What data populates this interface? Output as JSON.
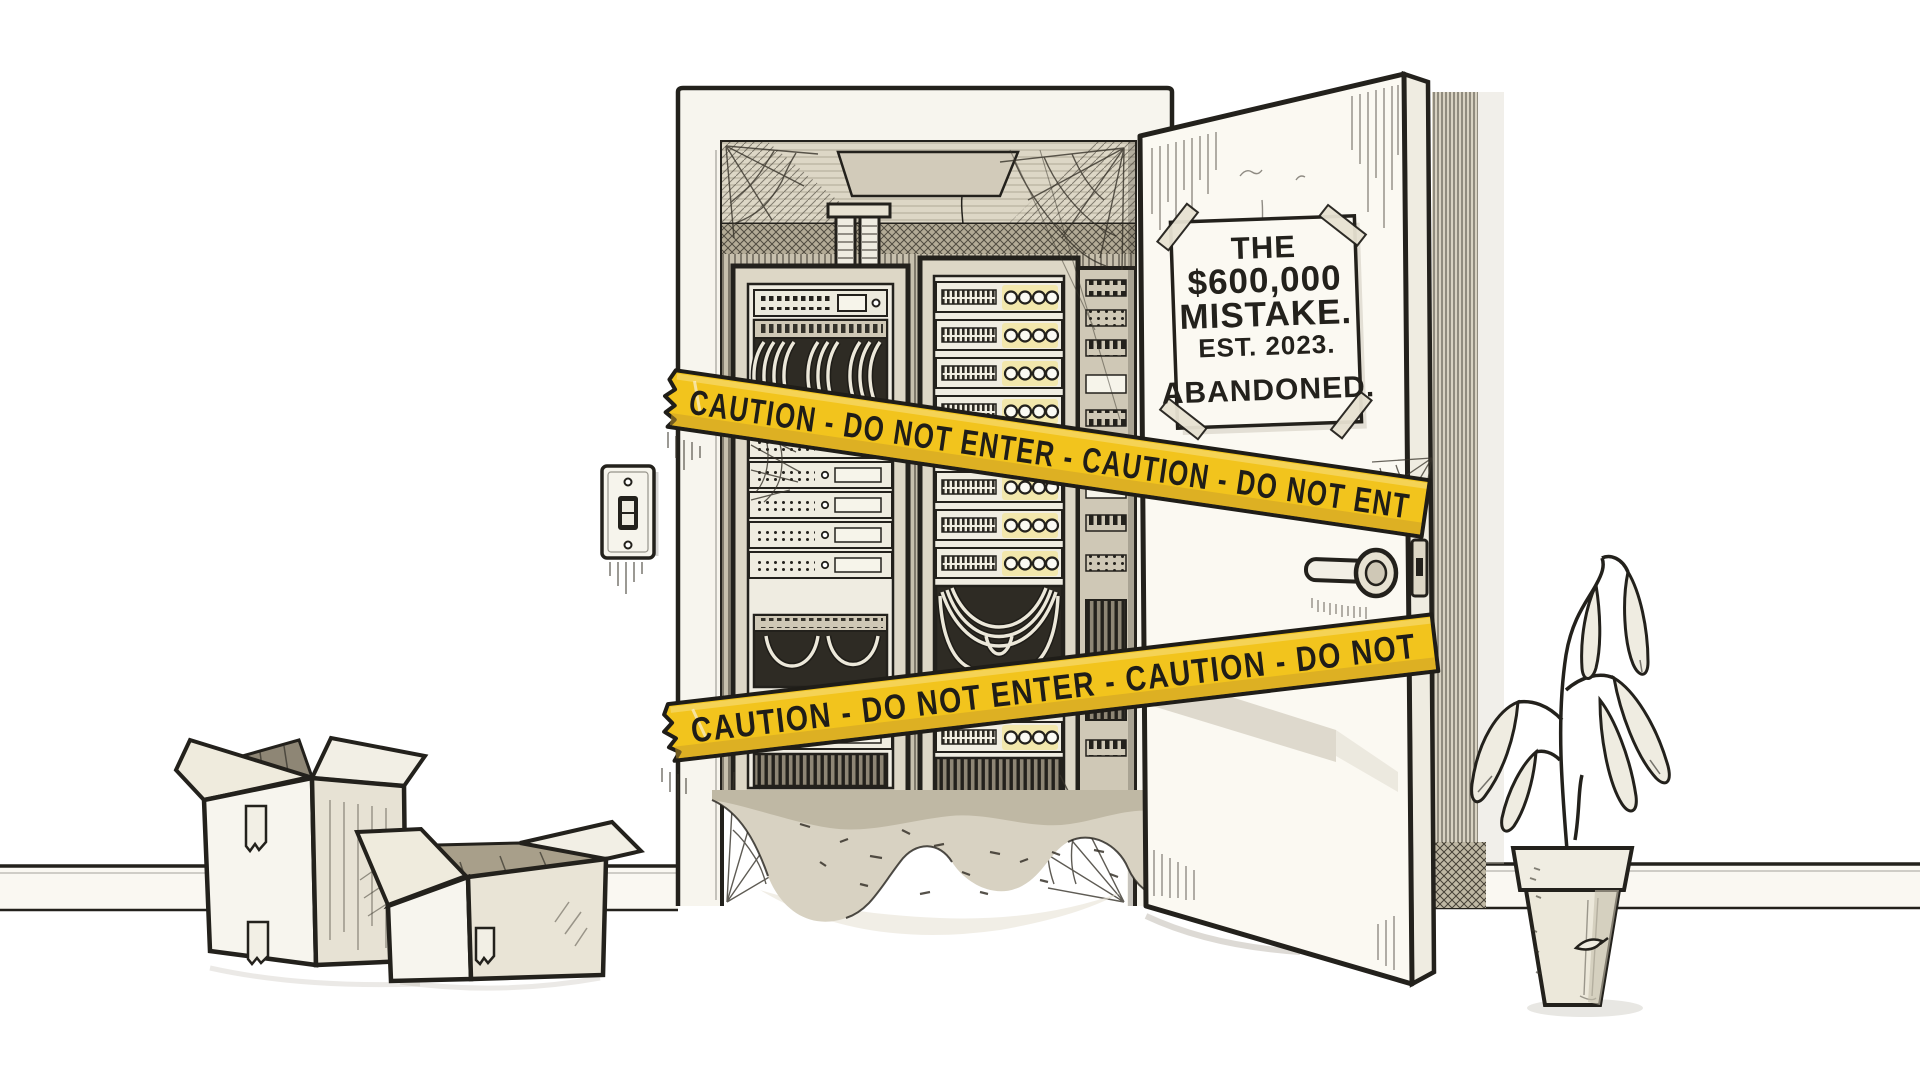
{
  "illustration": {
    "alt": "Hand-drawn ink illustration of an abandoned server room doorway blocked with caution tape",
    "door_sign": {
      "line1": "THE",
      "line2": "$600,000",
      "line3": "MISTAKE.",
      "line4": "EST. 2023.",
      "line5": "ABANDONED."
    },
    "caution_tape": {
      "top_text": "CAUTION - DO NOT ENTER - CAUTION - DO NOT ENT",
      "bottom_text": "CAUTION - DO NOT ENTER - CAUTION - DO NOT",
      "tape_color": "#F2C41D",
      "tape_shade": "#C89B2A",
      "text_color": "#1F1D18"
    },
    "colors": {
      "background": "#FFFFFF",
      "ink": "#23211C",
      "wash_light": "#EFECE1",
      "wash_mid": "#DDD7C6",
      "wash_dark": "#B3AB96",
      "recess": "#2E2B24",
      "led_glow": "#F2E7AC",
      "paper": "#FBF9F2"
    }
  }
}
